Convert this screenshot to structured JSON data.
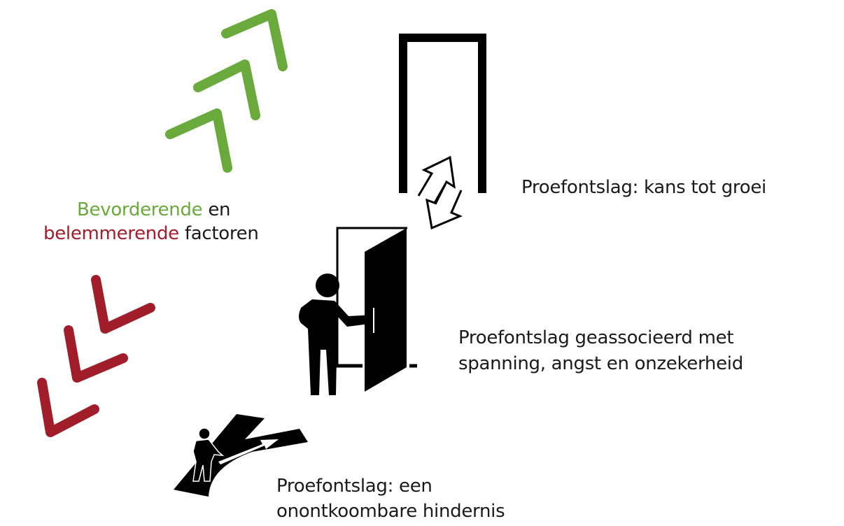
{
  "colors": {
    "green": "#6aaa3c",
    "red": "#a11d2a",
    "black": "#000000"
  },
  "factors": {
    "positive": "Bevorderende",
    "and": " en",
    "negative": "belemmerende",
    "suffix": " factoren"
  },
  "labels": {
    "growth": "Proefontslag: kans tot groei",
    "tension_line1": "Proefontslag geassocieerd met",
    "tension_line2": "spanning, angst en onzekerheid",
    "obstacle_line1": "Proefontslag: een",
    "obstacle_line2": "onontkoombare hindernis"
  }
}
